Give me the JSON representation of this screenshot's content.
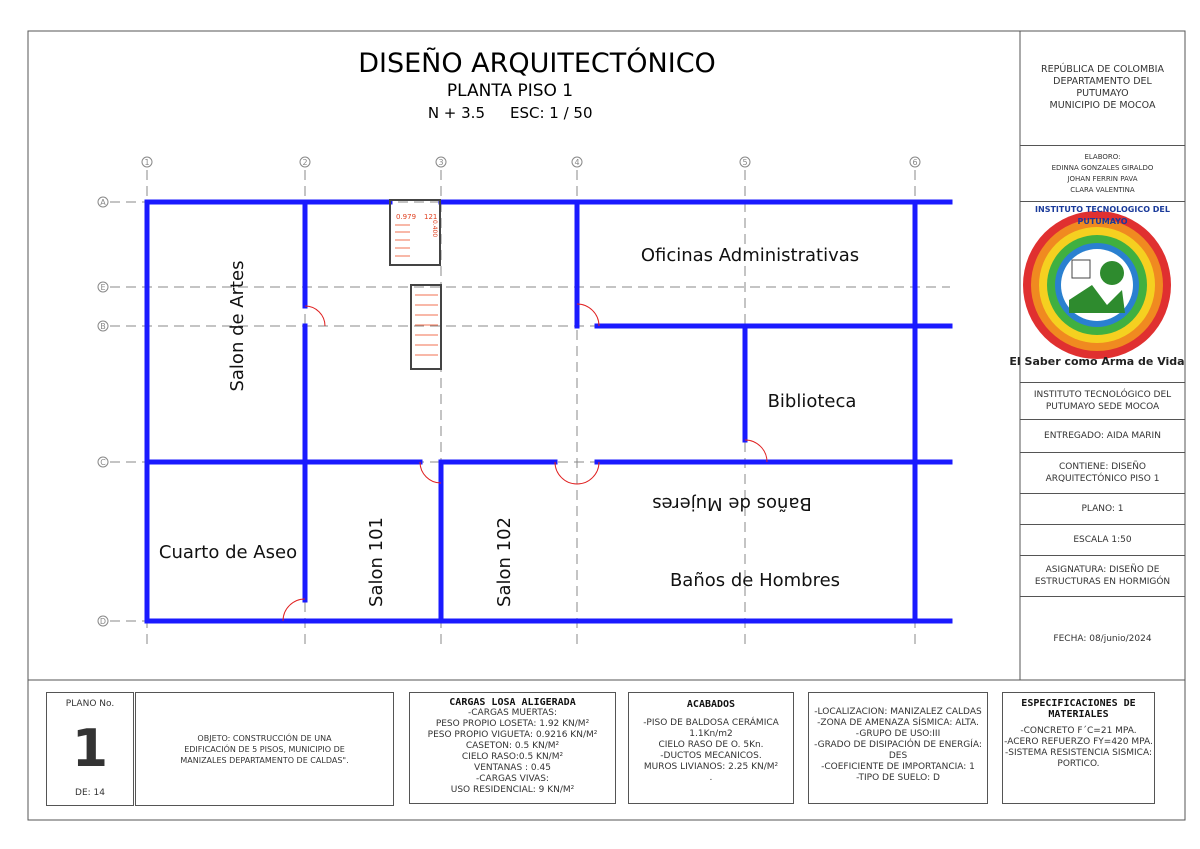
{
  "title": {
    "main": "DISEÑO ARQUITECTÓNICO",
    "sub": "PLANTA PISO 1",
    "level": "N + 3.5",
    "scale": "ESC: 1 / 50"
  },
  "axes": {
    "cols": [
      "1",
      "2",
      "3",
      "4",
      "5",
      "6"
    ],
    "rows": [
      "A",
      "E",
      "B",
      "C",
      "D"
    ]
  },
  "rooms": [
    "Salon de Artes",
    "Oficinas Administrativas",
    "Biblioteca",
    "Baños de Mujeres",
    "Cuarto de Aseo",
    "Salon 101",
    "Salon 102",
    "Baños de Hombres"
  ],
  "stair_labels": [
    "0.979",
    "121",
    "0.400"
  ],
  "titleblock": {
    "entity": [
      "REPÚBLICA DE COLOMBIA",
      "DEPARTAMENTO DEL",
      "PUTUMAYO",
      "MUNICIPIO DE MOCOA"
    ],
    "authors": [
      "ELABORO:",
      "EDINNA GONZALES GIRALDO",
      "JOHAN FERRIN PAVA",
      "CLARA VALENTINA"
    ],
    "logo_text": "INSTITUTO TECNOLOGICO DEL PUTUMAYO",
    "logo_slogan": "El Saber como Arma de Vida",
    "institution": [
      "INSTITUTO TECNOLÓGICO DEL",
      "PUTUMAYO SEDE MOCOA"
    ],
    "delivered": "ENTREGADO:  AIDA MARIN",
    "contains": [
      "CONTIENE: DISEÑO",
      "ARQUITECTÓNICO PISO 1"
    ],
    "plano": "PLANO: 1",
    "escala": "ESCALA 1:50",
    "subject": [
      "ASIGNATURA: DISEÑO DE",
      "ESTRUCTURAS EN HORMIGÓN"
    ],
    "date": "FECHA: 08/junio/2024"
  },
  "footer": {
    "plano_label": "PLANO No.",
    "plano_number": "1",
    "plano_of": "DE: 14",
    "objeto": [
      "OBJETO: CONSTRUCCIÓN DE UNA",
      "EDIFICACIÓN DE 5 PISOS, MUNICIPIO DE",
      "MANIZALES DEPARTAMENTO DE CALDAS\"."
    ],
    "cargas_title": "CARGAS LOSA ALIGERADA",
    "cargas": [
      "-CARGAS MUERTAS:",
      "PESO PROPIO LOSETA: 1.92 KN/M²",
      "PESO PROPIO VIGUETA: 0.9216 KN/M²",
      "CASETON: 0.5 KN/M²",
      "CIELO RASO:0.5 KN/M²",
      "VENTANAS : 0.45",
      "-CARGAS VIVAS:",
      "USO RESIDENCIAL: 9 KN/M²"
    ],
    "acabados_title": "ACABADOS",
    "acabados": [
      "-PISO DE BALDOSA CERÁMICA",
      "1.1Kn/m2",
      "CIELO RASO DE O. 5Kn.",
      "-DUCTOS MECANICOS.",
      "MUROS LIVIANOS: 2.25 KN/M²",
      "."
    ],
    "sitio": [
      "-LOCALIZACION: MANIZALEZ CALDAS",
      "-ZONA DE AMENAZA SÍSMICA: ALTA.",
      "-GRUPO DE USO:III",
      "-GRADO DE DISIPACIÓN DE ENERGÍA:",
      "DES",
      "-COEFICIENTE DE IMPORTANCIA: 1",
      "-TIPO DE SUELO: D"
    ],
    "espec_title": [
      "ESPECIFICACIONES DE",
      "MATERIALES"
    ],
    "espec": [
      "-CONCRETO F´C=21 MPA.",
      "-ACERO REFUERZO FY=420 MPA.",
      "-SISTEMA RESISTENCIA SISMICA:",
      "PORTICO."
    ]
  },
  "colors": {
    "wall": "#1a1aff",
    "door": "#e02020",
    "axis": "#888888"
  }
}
